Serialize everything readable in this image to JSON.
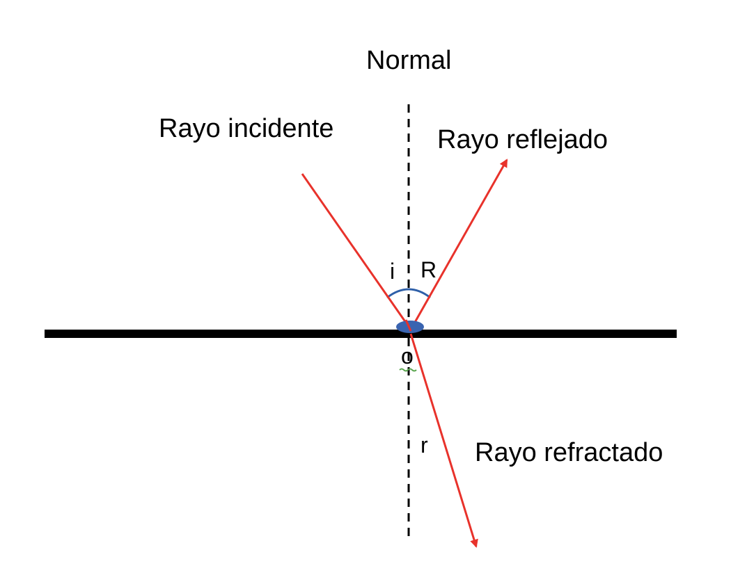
{
  "labels": {
    "normal": "Normal",
    "incident_ray": "Rayo incidente",
    "reflected_ray": "Rayo reflejado",
    "refracted_ray": "Rayo refractado",
    "angle_incidence": "i",
    "angle_reflection": "R",
    "angle_refraction": "r",
    "point": "o"
  },
  "colors": {
    "ray": "#e8322b",
    "surface": "#000000",
    "normal_line": "#000000",
    "angle_arc": "#2e5fa8",
    "point_marker": "#3a64b0"
  }
}
